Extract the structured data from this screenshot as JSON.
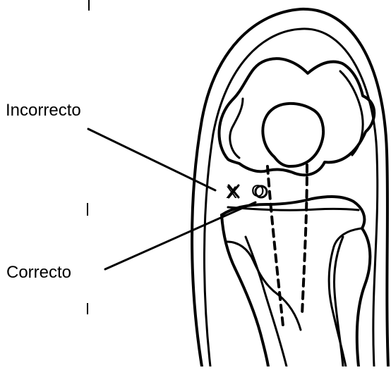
{
  "labels": {
    "incorrect": "Incorrecto",
    "correct": "Correcto"
  },
  "markers": {
    "incorrect": "X",
    "correct": "O"
  },
  "colors": {
    "line": "#000000",
    "background": "#ffffff"
  }
}
